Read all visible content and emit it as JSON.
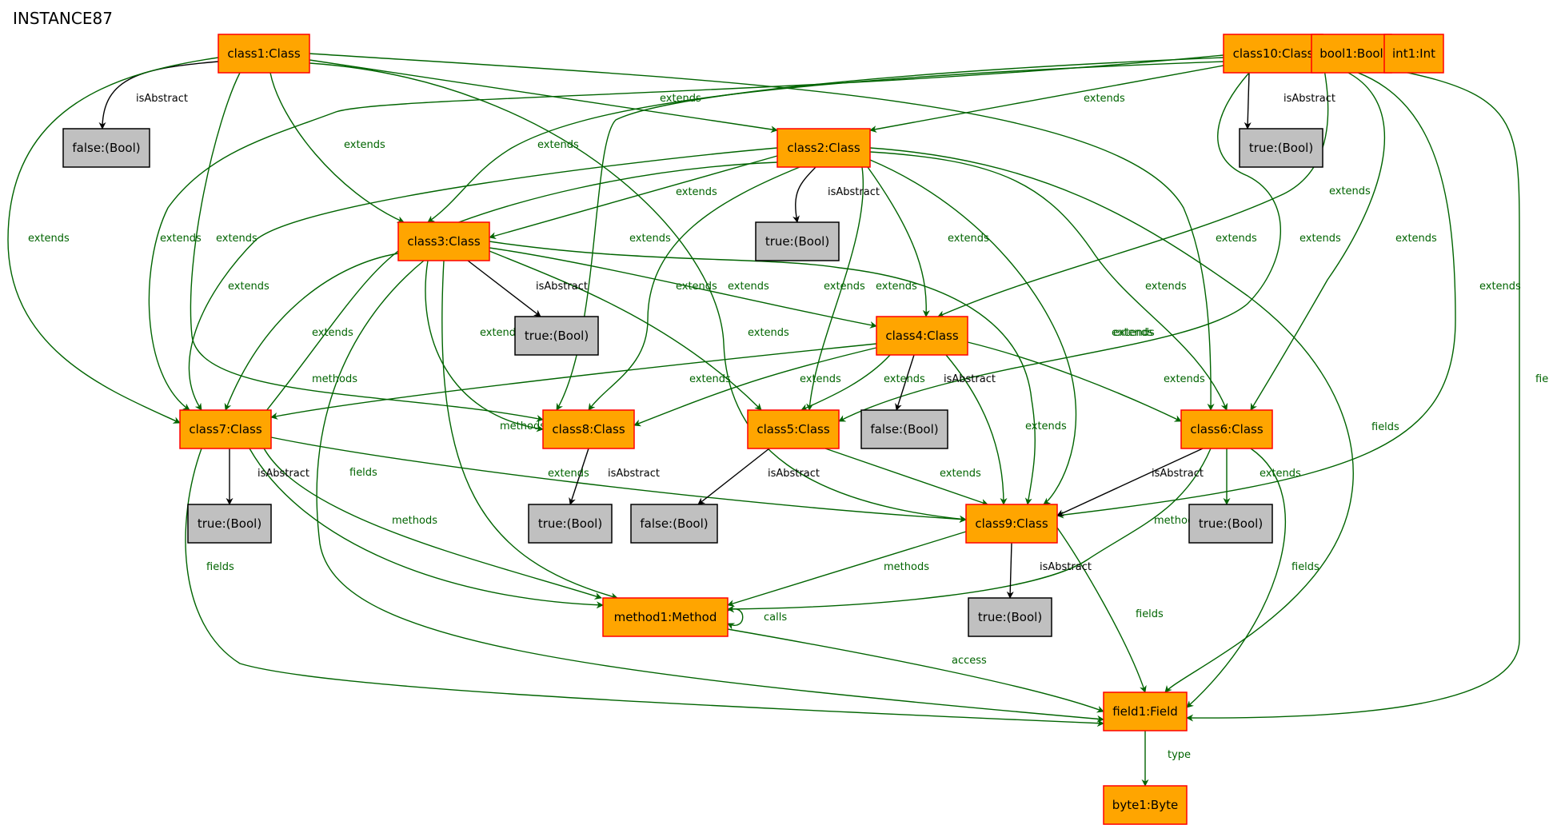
{
  "title": "INSTANCE87",
  "colors": {
    "object": "#ffa500",
    "object_border": "#ff0000",
    "value": "#c0c0c0",
    "value_border": "#000000",
    "relation": "#006400",
    "attribute": "#000000"
  },
  "nodes": [
    {
      "id": "class1",
      "label": "class1:Class",
      "kind": "object"
    },
    {
      "id": "class10",
      "label": "class10:Class",
      "kind": "object"
    },
    {
      "id": "bool1",
      "label": "bool1:Bool",
      "kind": "object"
    },
    {
      "id": "int1",
      "label": "int1:Int",
      "kind": "object"
    },
    {
      "id": "f1",
      "label": "false:(Bool)",
      "kind": "value"
    },
    {
      "id": "t10",
      "label": "true:(Bool)",
      "kind": "value"
    },
    {
      "id": "class2",
      "label": "class2:Class",
      "kind": "object"
    },
    {
      "id": "t2",
      "label": "true:(Bool)",
      "kind": "value"
    },
    {
      "id": "class3",
      "label": "class3:Class",
      "kind": "object"
    },
    {
      "id": "t3",
      "label": "true:(Bool)",
      "kind": "value"
    },
    {
      "id": "class4",
      "label": "class4:Class",
      "kind": "object"
    },
    {
      "id": "class7",
      "label": "class7:Class",
      "kind": "object"
    },
    {
      "id": "class8",
      "label": "class8:Class",
      "kind": "object"
    },
    {
      "id": "class5",
      "label": "class5:Class",
      "kind": "object"
    },
    {
      "id": "f4",
      "label": "false:(Bool)",
      "kind": "value"
    },
    {
      "id": "class6",
      "label": "class6:Class",
      "kind": "object"
    },
    {
      "id": "t7",
      "label": "true:(Bool)",
      "kind": "value"
    },
    {
      "id": "t8",
      "label": "true:(Bool)",
      "kind": "value"
    },
    {
      "id": "f5",
      "label": "false:(Bool)",
      "kind": "value"
    },
    {
      "id": "class9",
      "label": "class9:Class",
      "kind": "object"
    },
    {
      "id": "t6",
      "label": "true:(Bool)",
      "kind": "value"
    },
    {
      "id": "method1",
      "label": "method1:Method",
      "kind": "object"
    },
    {
      "id": "t9",
      "label": "true:(Bool)",
      "kind": "value"
    },
    {
      "id": "field1",
      "label": "field1:Field",
      "kind": "object"
    },
    {
      "id": "byte1",
      "label": "byte1:Byte",
      "kind": "object"
    }
  ],
  "edges": [
    {
      "from": "class1",
      "to": "f1",
      "label": "isAbstract"
    },
    {
      "from": "class1",
      "to": "class2",
      "label": "extends"
    },
    {
      "from": "class1",
      "to": "class3",
      "label": "extends"
    },
    {
      "from": "class1",
      "to": "class7",
      "label": "extends"
    },
    {
      "from": "class1",
      "to": "class8",
      "label": "extends"
    },
    {
      "from": "class1",
      "to": "class9",
      "label": "extends"
    },
    {
      "from": "class1",
      "to": "class6",
      "label": "extends"
    },
    {
      "from": "class10",
      "to": "t10",
      "label": "isAbstract"
    },
    {
      "from": "class10",
      "to": "class2",
      "label": "extends"
    },
    {
      "from": "class10",
      "to": "class3",
      "label": "extends"
    },
    {
      "from": "class10",
      "to": "class7",
      "label": "extends"
    },
    {
      "from": "class10",
      "to": "class8",
      "label": "extends"
    },
    {
      "from": "class10",
      "to": "class4",
      "label": "extends"
    },
    {
      "from": "class10",
      "to": "class5",
      "label": "extends"
    },
    {
      "from": "class10",
      "to": "class6",
      "label": "extends"
    },
    {
      "from": "class10",
      "to": "class9",
      "label": "extends"
    },
    {
      "from": "class10",
      "to": "field1",
      "label": "fields"
    },
    {
      "from": "class2",
      "to": "t2",
      "label": "isAbstract"
    },
    {
      "from": "class2",
      "to": "class3",
      "label": "extends"
    },
    {
      "from": "class2",
      "to": "class7",
      "label": "extends"
    },
    {
      "from": "class2",
      "to": "class8",
      "label": "extends"
    },
    {
      "from": "class2",
      "to": "class5",
      "label": "extends"
    },
    {
      "from": "class2",
      "to": "class4",
      "label": "extends"
    },
    {
      "from": "class2",
      "to": "class9",
      "label": "extends"
    },
    {
      "from": "class2",
      "to": "class6",
      "label": "extends"
    },
    {
      "from": "class2",
      "to": "method1",
      "label": "methods"
    },
    {
      "from": "class2",
      "to": "field1",
      "label": "fields"
    },
    {
      "from": "class3",
      "to": "t3",
      "label": "isAbstract"
    },
    {
      "from": "class3",
      "to": "class4",
      "label": "extends"
    },
    {
      "from": "class3",
      "to": "class7",
      "label": "extends"
    },
    {
      "from": "class3",
      "to": "class8",
      "label": "extends"
    },
    {
      "from": "class3",
      "to": "class5",
      "label": "extends"
    },
    {
      "from": "class3",
      "to": "class9",
      "label": "extends"
    },
    {
      "from": "class3",
      "to": "method1",
      "label": "methods"
    },
    {
      "from": "class3",
      "to": "field1",
      "label": "fields"
    },
    {
      "from": "class4",
      "to": "f4",
      "label": "isAbstract"
    },
    {
      "from": "class4",
      "to": "class7",
      "label": "extends"
    },
    {
      "from": "class4",
      "to": "class8",
      "label": "extends"
    },
    {
      "from": "class4",
      "to": "class5",
      "label": "extends"
    },
    {
      "from": "class4",
      "to": "class9",
      "label": "extends"
    },
    {
      "from": "class4",
      "to": "class6",
      "label": "extends"
    },
    {
      "from": "class7",
      "to": "t7",
      "label": "isAbstract"
    },
    {
      "from": "class7",
      "to": "class9",
      "label": "extends"
    },
    {
      "from": "class7",
      "to": "method1",
      "label": "methods"
    },
    {
      "from": "class7",
      "to": "field1",
      "label": "fields"
    },
    {
      "from": "class8",
      "to": "t8",
      "label": "isAbstract"
    },
    {
      "from": "class5",
      "to": "f5",
      "label": "isAbstract"
    },
    {
      "from": "class5",
      "to": "class9",
      "label": "extends"
    },
    {
      "from": "class6",
      "to": "t6",
      "label": "isAbstract"
    },
    {
      "from": "class6",
      "to": "class9",
      "label": "extends"
    },
    {
      "from": "class6",
      "to": "method1",
      "label": "methods"
    },
    {
      "from": "class6",
      "to": "field1",
      "label": "fields"
    },
    {
      "from": "class9",
      "to": "t9",
      "label": "isAbstract"
    },
    {
      "from": "class9",
      "to": "method1",
      "label": "methods"
    },
    {
      "from": "class9",
      "to": "field1",
      "label": "fields"
    },
    {
      "from": "method1",
      "to": "method1",
      "label": "calls"
    },
    {
      "from": "method1",
      "to": "field1",
      "label": "access"
    },
    {
      "from": "field1",
      "to": "byte1",
      "label": "type"
    }
  ]
}
